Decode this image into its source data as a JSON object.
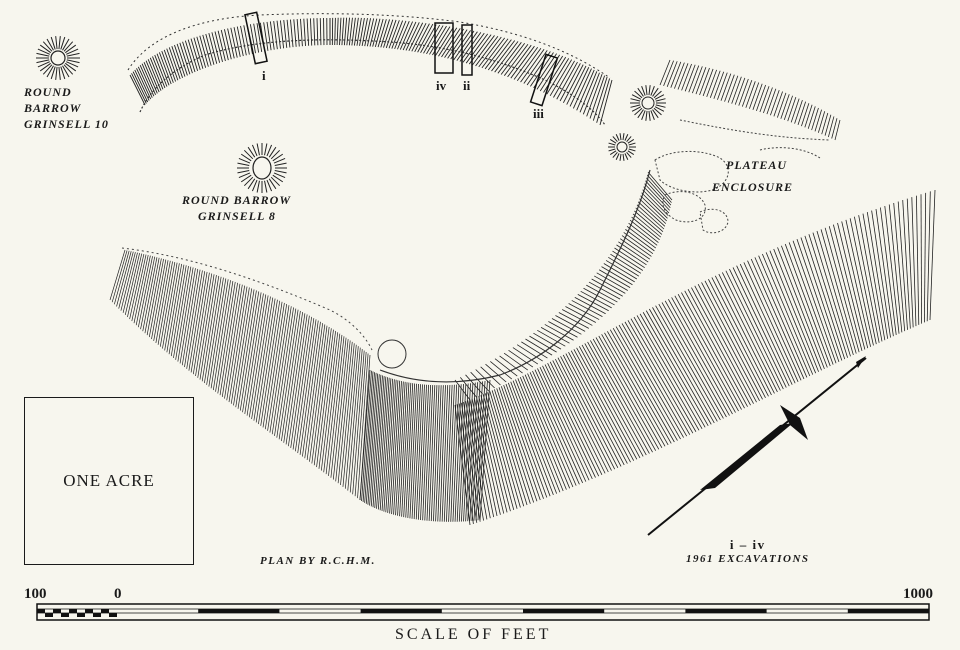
{
  "labels": {
    "round_barrow_10": [
      "ROUND",
      "BARROW",
      "GRINSELL 10"
    ],
    "round_barrow_8": [
      "ROUND BARROW",
      "GRINSELL 8"
    ],
    "plateau_enclosure": [
      "PLATEAU",
      "ENCLOSURE"
    ],
    "one_acre": "ONE ACRE",
    "plan_credit": "PLAN BY R.C.H.M.",
    "excavations_range": "i – iv",
    "excavations_caption": "1961 EXCAVATIONS",
    "scale_title": "SCALE OF FEET"
  },
  "trenches": [
    "i",
    "iv",
    "ii",
    "iii"
  ],
  "scale": {
    "left_label": "100",
    "zero_label": "0",
    "right_label": "1000",
    "units": "feet",
    "sub_divisions_ft": 10,
    "major_divisions_ft": 100
  },
  "colors": {
    "paper": "#f7f6ee",
    "ink": "#1a1a1a"
  }
}
